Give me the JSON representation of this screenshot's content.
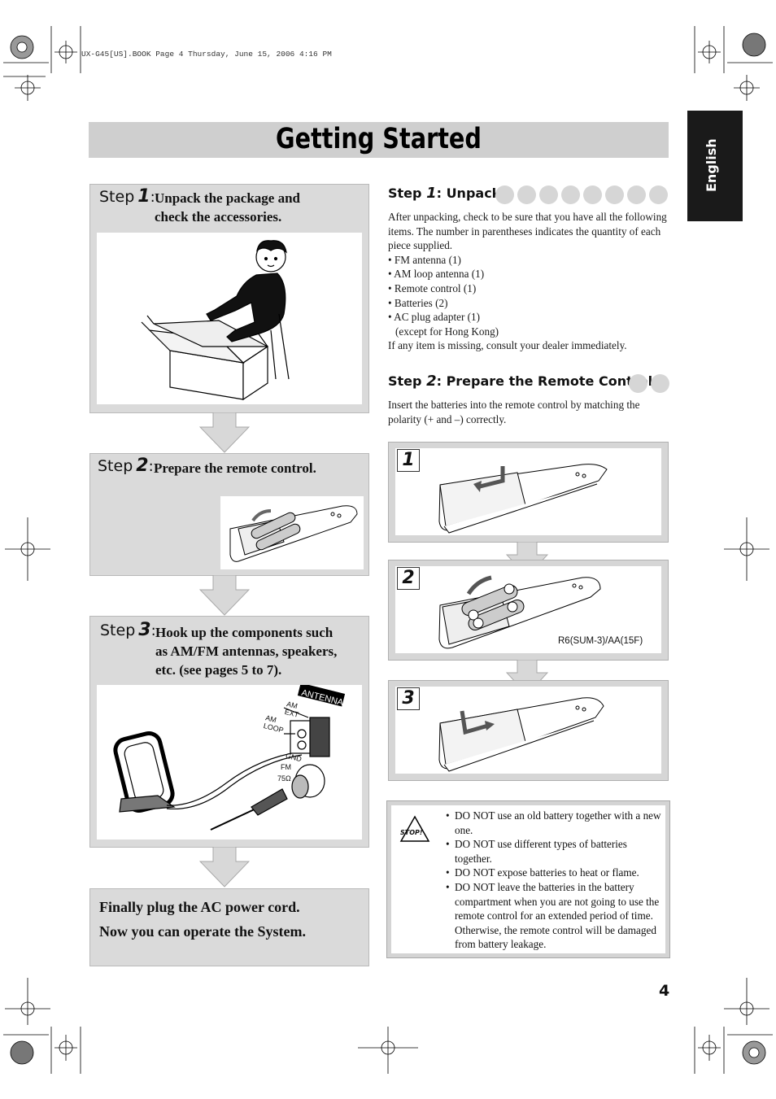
{
  "header": {
    "file_info": "UX-G45[US].BOOK  Page 4  Thursday, June 15, 2006  4:16 PM"
  },
  "page": {
    "title": "Getting Started",
    "language_tab": "English",
    "page_number": "4"
  },
  "flow": {
    "step1": {
      "word": "Step",
      "num": "1",
      "colon": ":",
      "line1": "Unpack the package and",
      "line2": "check the accessories."
    },
    "step2": {
      "word": "Step",
      "num": "2",
      "colon": ":",
      "line1": "Prepare the remote control."
    },
    "step3": {
      "word": "Step",
      "num": "3",
      "colon": ":",
      "line1": "Hook up the components such",
      "line2": "as AM/FM antennas, speakers,",
      "line3": "etc. (see pages 5 to 7)."
    },
    "antenna_labels": {
      "antenna": "ANTENNA",
      "am_ext": "AM\nEXT",
      "am_loop": "AM\nLOOP",
      "gnd": "GND",
      "fm": "FM",
      "ohm": "75Ω"
    },
    "final": {
      "line1": "Finally plug the AC power cord.",
      "line2": "Now you can operate the System."
    }
  },
  "section1": {
    "title_word": "Step",
    "title_num": "1",
    "title_rest": ": Unpack",
    "intro": "After unpacking, check to be sure that you have all the following items. The number in parentheses indicates the quantity of each piece supplied.",
    "items": [
      "• FM antenna (1)",
      "• AM loop antenna (1)",
      "• Remote control (1)",
      "• Batteries (2)",
      "• AC plug adapter (1)"
    ],
    "item_note": "(except for Hong Kong)",
    "outro": "If any item is missing, consult your dealer immediately."
  },
  "section2": {
    "title_word": "Step",
    "title_num": "2",
    "title_rest": ": Prepare the Remote Control",
    "intro": "Insert the batteries into the remote control by matching the polarity (+ and –) correctly."
  },
  "figures": [
    {
      "num": "1"
    },
    {
      "num": "2",
      "caption": "R6(SUM-3)/AA(15F)"
    },
    {
      "num": "3"
    }
  ],
  "caution": {
    "icon_label": "STOP!",
    "items": [
      "DO NOT use an old battery together with a new one.",
      "DO NOT use different types of batteries together.",
      "DO NOT expose batteries to heat or flame.",
      "DO NOT leave the batteries in the battery compartment when you are not going to use the remote control for an extended period of time. Otherwise, the remote control will be damaged from battery leakage."
    ]
  },
  "colors": {
    "panel_gray": "#dadada",
    "title_bar": "#cfcfcf",
    "lang_tab": "#1a1a1a",
    "dot_gray": "#d6d6d6"
  }
}
